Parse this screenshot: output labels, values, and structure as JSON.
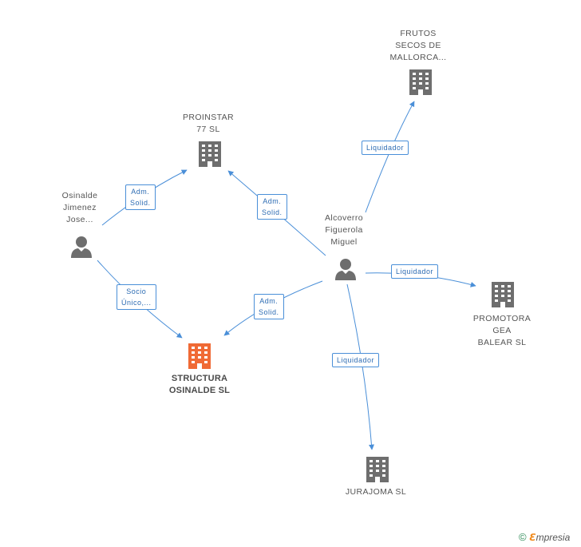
{
  "colors": {
    "edge": "#4a8fd8",
    "company_icon": "#6e6e6e",
    "main_company_icon": "#f06a35",
    "person_icon": "#6e6e6e"
  },
  "nodes": {
    "proinstar": {
      "label_lines": [
        "PROINSTAR",
        "77  SL"
      ],
      "icon": "building-icon"
    },
    "frutos": {
      "label_lines": [
        "FRUTOS",
        "SECOS DE",
        "MALLORCA..."
      ],
      "icon": "building-icon"
    },
    "osinalde": {
      "label_lines": [
        "Osinalde",
        "Jimenez",
        "Jose..."
      ],
      "icon": "person-icon"
    },
    "alcoverro": {
      "label_lines": [
        "Alcoverro",
        "Figuerola",
        "Miguel"
      ],
      "icon": "person-icon"
    },
    "promotora": {
      "label_lines": [
        "PROMOTORA",
        "GEA",
        "BALEAR  SL"
      ],
      "icon": "building-icon"
    },
    "structura": {
      "label_lines": [
        "STRUCTURA",
        "OSINALDE SL"
      ],
      "icon": "building-icon"
    },
    "jurajoma": {
      "label_lines": [
        "JURAJOMA SL"
      ],
      "icon": "building-icon"
    }
  },
  "edges": {
    "osinalde_proinstar": {
      "label_lines": [
        "Adm.",
        "Solid."
      ]
    },
    "alcoverro_proinstar": {
      "label_lines": [
        "Adm.",
        "Solid."
      ]
    },
    "osinalde_structura": {
      "label_lines": [
        "Socio",
        "Único,..."
      ]
    },
    "alcoverro_structura": {
      "label_lines": [
        "Adm.",
        "Solid."
      ]
    },
    "alcoverro_frutos": {
      "label_lines": [
        "Liquidador"
      ]
    },
    "alcoverro_promotora": {
      "label_lines": [
        "Liquidador"
      ]
    },
    "alcoverro_jurajoma": {
      "label_lines": [
        "Liquidador"
      ]
    }
  },
  "footer": {
    "copyright_symbol": "©",
    "brand_initial": "ℇ",
    "brand_rest": "mpresia"
  }
}
